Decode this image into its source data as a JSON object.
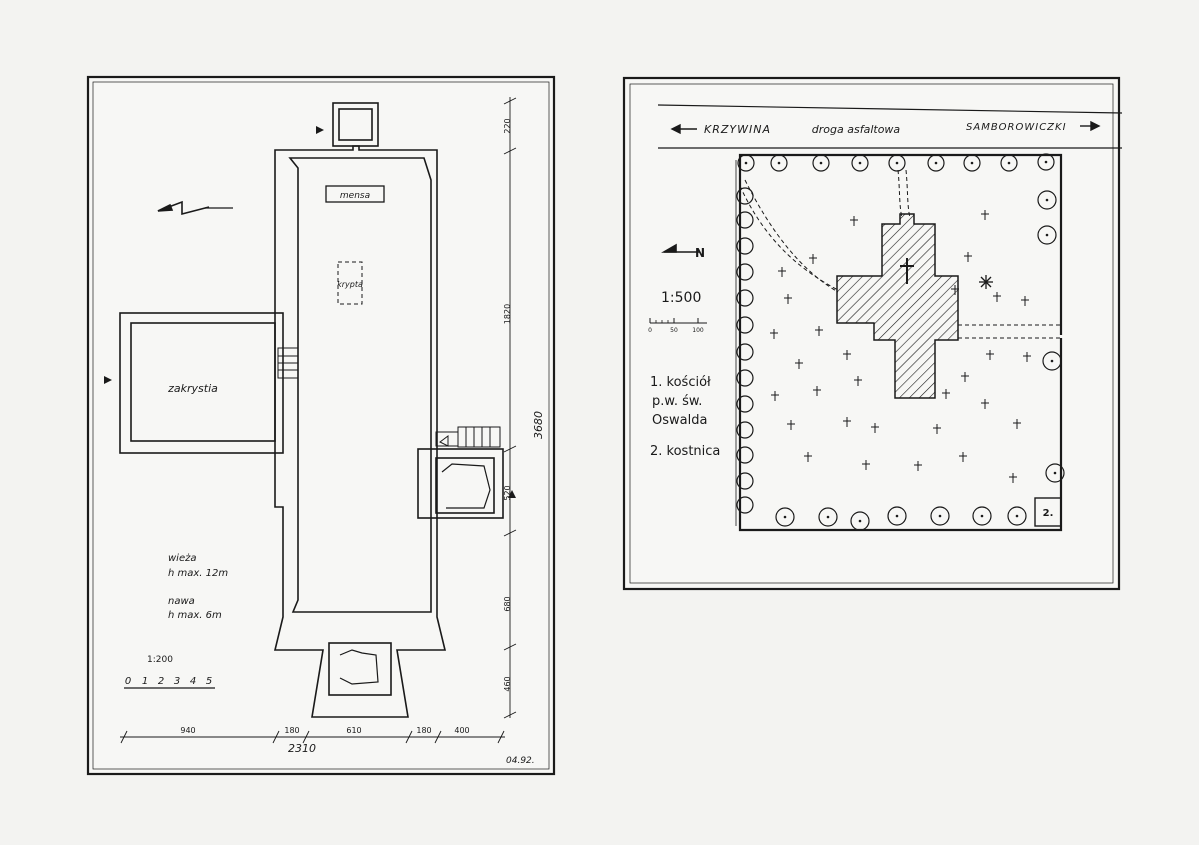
{
  "floor_plan": {
    "rooms": {
      "mensa": "mensa",
      "krypta": "krypta",
      "zakrystia": "zakrystia"
    },
    "dims_vertical": [
      "220",
      "1820",
      "3680",
      "520",
      "680",
      "460"
    ],
    "dims_horizontal": [
      "940",
      "180",
      "610",
      "180",
      "400"
    ],
    "total_width": "2310",
    "heights": {
      "tower_label": "wieża",
      "tower_value": "h max. 12m",
      "nave_label": "nawa",
      "nave_value": "h max. 6m"
    },
    "scale": {
      "label": "1:200",
      "ticks": [
        "0",
        "1",
        "2",
        "3",
        "4",
        "5"
      ]
    },
    "date": "04.92."
  },
  "site_plan": {
    "road": {
      "left_label": "KRZYWINA",
      "center_label": "droga asfaltowa",
      "right_label": "SAMBOROWICZKI"
    },
    "scale": {
      "label": "1:500",
      "ticks": [
        "0",
        "50",
        "100"
      ]
    },
    "north": "N",
    "legend": [
      "1. kościół",
      "p.w. św.",
      "Oswalda",
      "2. kostnica"
    ],
    "ossuary_number": "2."
  },
  "colors": {
    "ink": "#1a1a1a",
    "paper": "#f7f7f5",
    "background": "#f3f3f1"
  }
}
